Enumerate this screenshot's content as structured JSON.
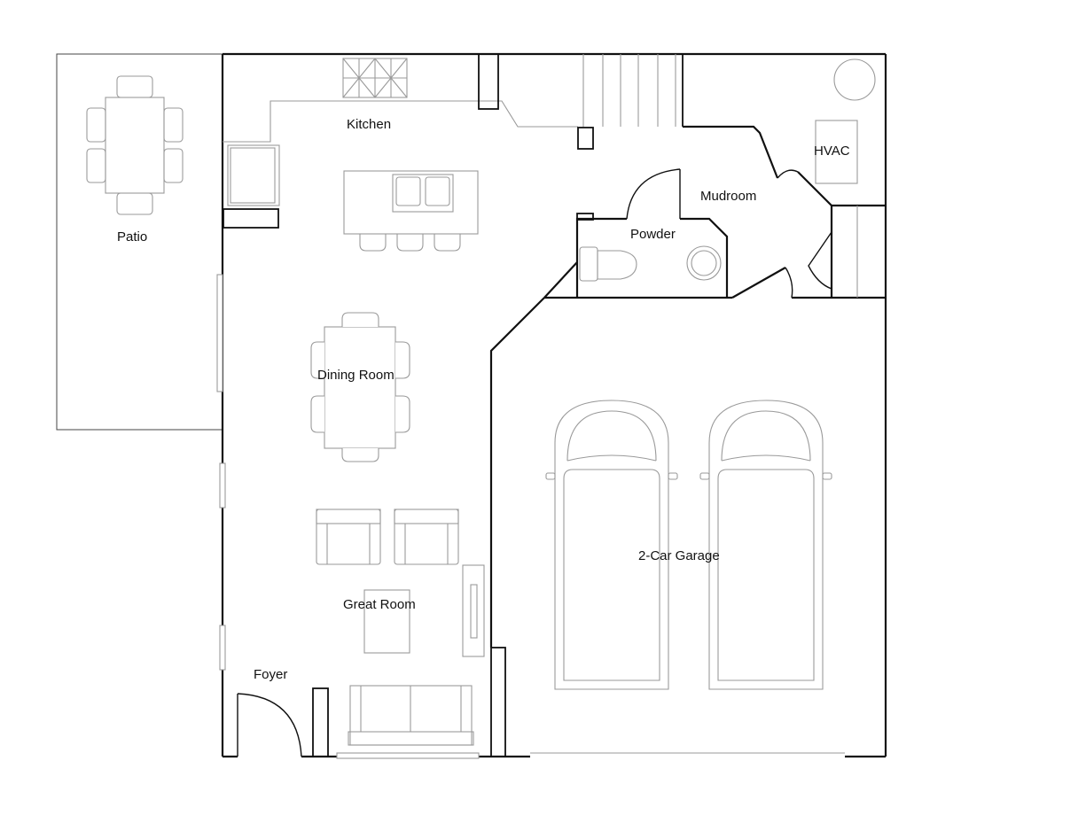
{
  "rooms": {
    "patio": "Patio",
    "kitchen": "Kitchen",
    "hvac": "HVAC",
    "mudroom": "Mudroom",
    "powder": "Powder",
    "dining_room": "Dining Room",
    "two_car_garage": "2-Car Garage",
    "great_room": "Great Room",
    "foyer": "Foyer"
  },
  "colors": {
    "wall": "#111111",
    "fixture": "#9a9a9a",
    "background": "#ffffff"
  }
}
